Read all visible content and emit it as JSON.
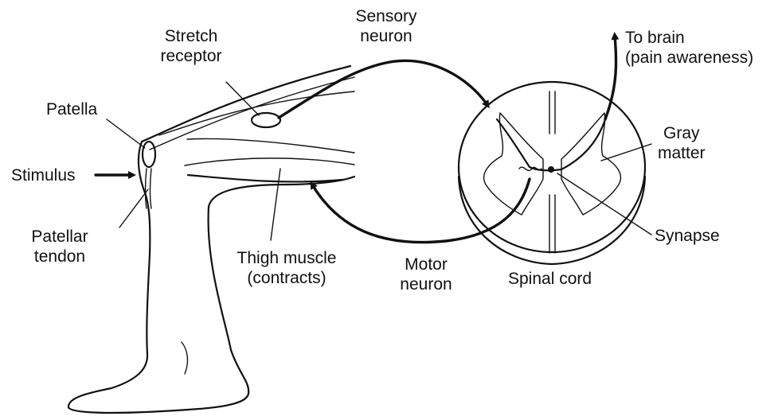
{
  "diagram": {
    "labels": {
      "stretch_receptor_1": "Stretch",
      "stretch_receptor_2": "receptor",
      "sensory_neuron_1": "Sensory",
      "sensory_neuron_2": "neuron",
      "to_brain_1": "To brain",
      "to_brain_2": "(pain awareness)",
      "patella": "Patella",
      "gray_matter_1": "Gray",
      "gray_matter_2": "matter",
      "stimulus": "Stimulus",
      "synapse": "Synapse",
      "patellar_tendon_1": "Patellar",
      "patellar_tendon_2": "tendon",
      "thigh_muscle_1": "Thigh muscle",
      "thigh_muscle_2": "(contracts)",
      "motor_neuron_1": "Motor",
      "motor_neuron_2": "neuron",
      "spinal_cord": "Spinal cord"
    },
    "colors": {
      "ink": "#111111",
      "background": "#ffffff"
    }
  }
}
